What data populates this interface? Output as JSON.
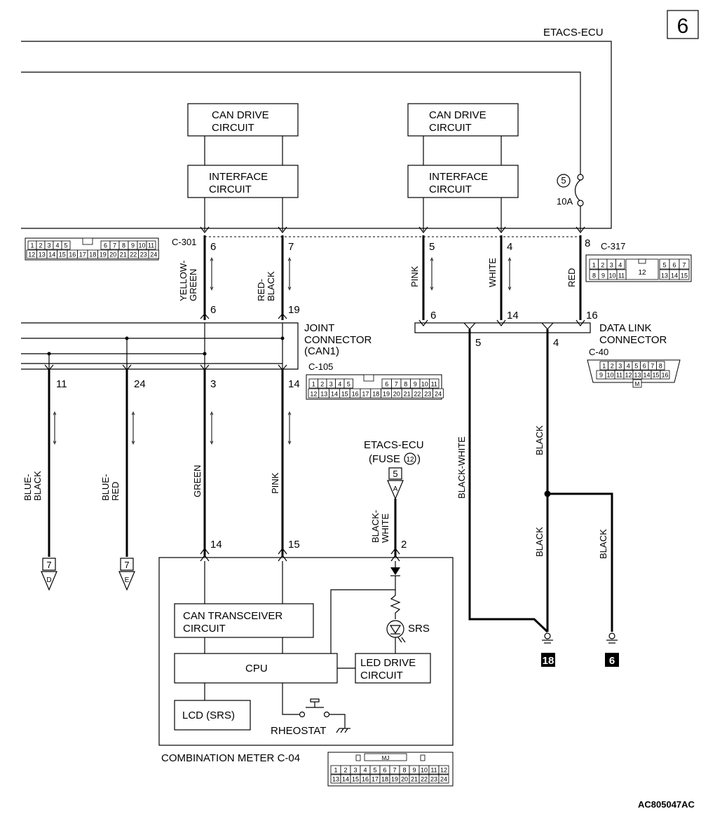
{
  "page_number": "6",
  "footer_code": "AC805047AC",
  "etacs_ecu": {
    "label": "ETACS-ECU",
    "can_drive_1": [
      "CAN DRIVE",
      "CIRCUIT"
    ],
    "interface_1": [
      "INTERFACE",
      "CIRCUIT"
    ],
    "can_drive_2": [
      "CAN DRIVE",
      "CIRCUIT"
    ],
    "interface_2": [
      "INTERFACE",
      "CIRCUIT"
    ],
    "fuse_number": "5",
    "fuse_rating": "10A"
  },
  "connectors": {
    "c301": "C-301",
    "c317": "C-317",
    "c105": "C-105",
    "c40": "C-40",
    "c04": "C-04"
  },
  "pins": {
    "c301_top": [
      "6",
      "7",
      "5",
      "4",
      "8"
    ],
    "joint_top": [
      "6",
      "19"
    ],
    "dlc": [
      "6",
      "14",
      "16"
    ],
    "dlc_out": [
      "5",
      "4"
    ],
    "joint_bottom": [
      "11",
      "24",
      "3",
      "14"
    ],
    "meter": [
      "14",
      "15",
      "2"
    ]
  },
  "wires": {
    "yellow_green": [
      "YELLOW-",
      "GREEN"
    ],
    "red_black": [
      "RED-",
      "BLACK"
    ],
    "pink": "PINK",
    "white": "WHITE",
    "red": "RED",
    "blue_black": [
      "BLUE-",
      "BLACK"
    ],
    "blue_red": [
      "BLUE-",
      "RED"
    ],
    "green": "GREEN",
    "pink2": "PINK",
    "black_white": "BLACK-WHITE",
    "black_white2": [
      "BLACK-",
      "WHITE"
    ],
    "black1": "BLACK",
    "black2": "BLACK",
    "black3": "BLACK"
  },
  "joint_connector": [
    "JOINT",
    "CONNECTOR",
    "(CAN1)"
  ],
  "data_link_connector": [
    "DATA LINK",
    "CONNECTOR"
  ],
  "fuse_source": [
    "ETACS-ECU",
    "(FUSE",
    "12",
    ")"
  ],
  "fuse_box_num": "5",
  "fuse_box_letter": "A",
  "off_page": [
    {
      "num": "7",
      "letter": "D"
    },
    {
      "num": "7",
      "letter": "E"
    }
  ],
  "grounds": [
    "18",
    "6"
  ],
  "meter": {
    "can_transceiver": [
      "CAN TRANSCEIVER",
      "CIRCUIT"
    ],
    "cpu": "CPU",
    "led_drive": [
      "LED DRIVE",
      "CIRCUIT"
    ],
    "lcd": "LCD (SRS)",
    "srs": "SRS",
    "rheostat": "RHEOSTAT",
    "label": "COMBINATION METER"
  },
  "grids": {
    "c301_row1": [
      "1",
      "2",
      "3",
      "4",
      "5",
      "6",
      "7",
      "8",
      "9",
      "10",
      "11"
    ],
    "c301_row2": [
      "12",
      "13",
      "14",
      "15",
      "16",
      "17",
      "18",
      "19",
      "20",
      "21",
      "22",
      "23",
      "24"
    ],
    "c317_row1": [
      "1",
      "2",
      "3",
      "4",
      "12",
      "5",
      "6",
      "7"
    ],
    "c317_row2": [
      "8",
      "9",
      "10",
      "11",
      "13",
      "14",
      "15"
    ],
    "c40_row1": [
      "1",
      "2",
      "3",
      "4",
      "5",
      "6",
      "7",
      "8"
    ],
    "c40_row2": [
      "9",
      "10",
      "11",
      "12",
      "13",
      "14",
      "15",
      "16"
    ],
    "c40_mark": "M",
    "c04_mark": "MJ",
    "c04_row1": [
      "1",
      "2",
      "3",
      "4",
      "5",
      "6",
      "7",
      "8",
      "9",
      "10",
      "11",
      "12"
    ],
    "c04_row2": [
      "13",
      "14",
      "15",
      "16",
      "17",
      "18",
      "19",
      "20",
      "21",
      "22",
      "23",
      "24"
    ]
  }
}
